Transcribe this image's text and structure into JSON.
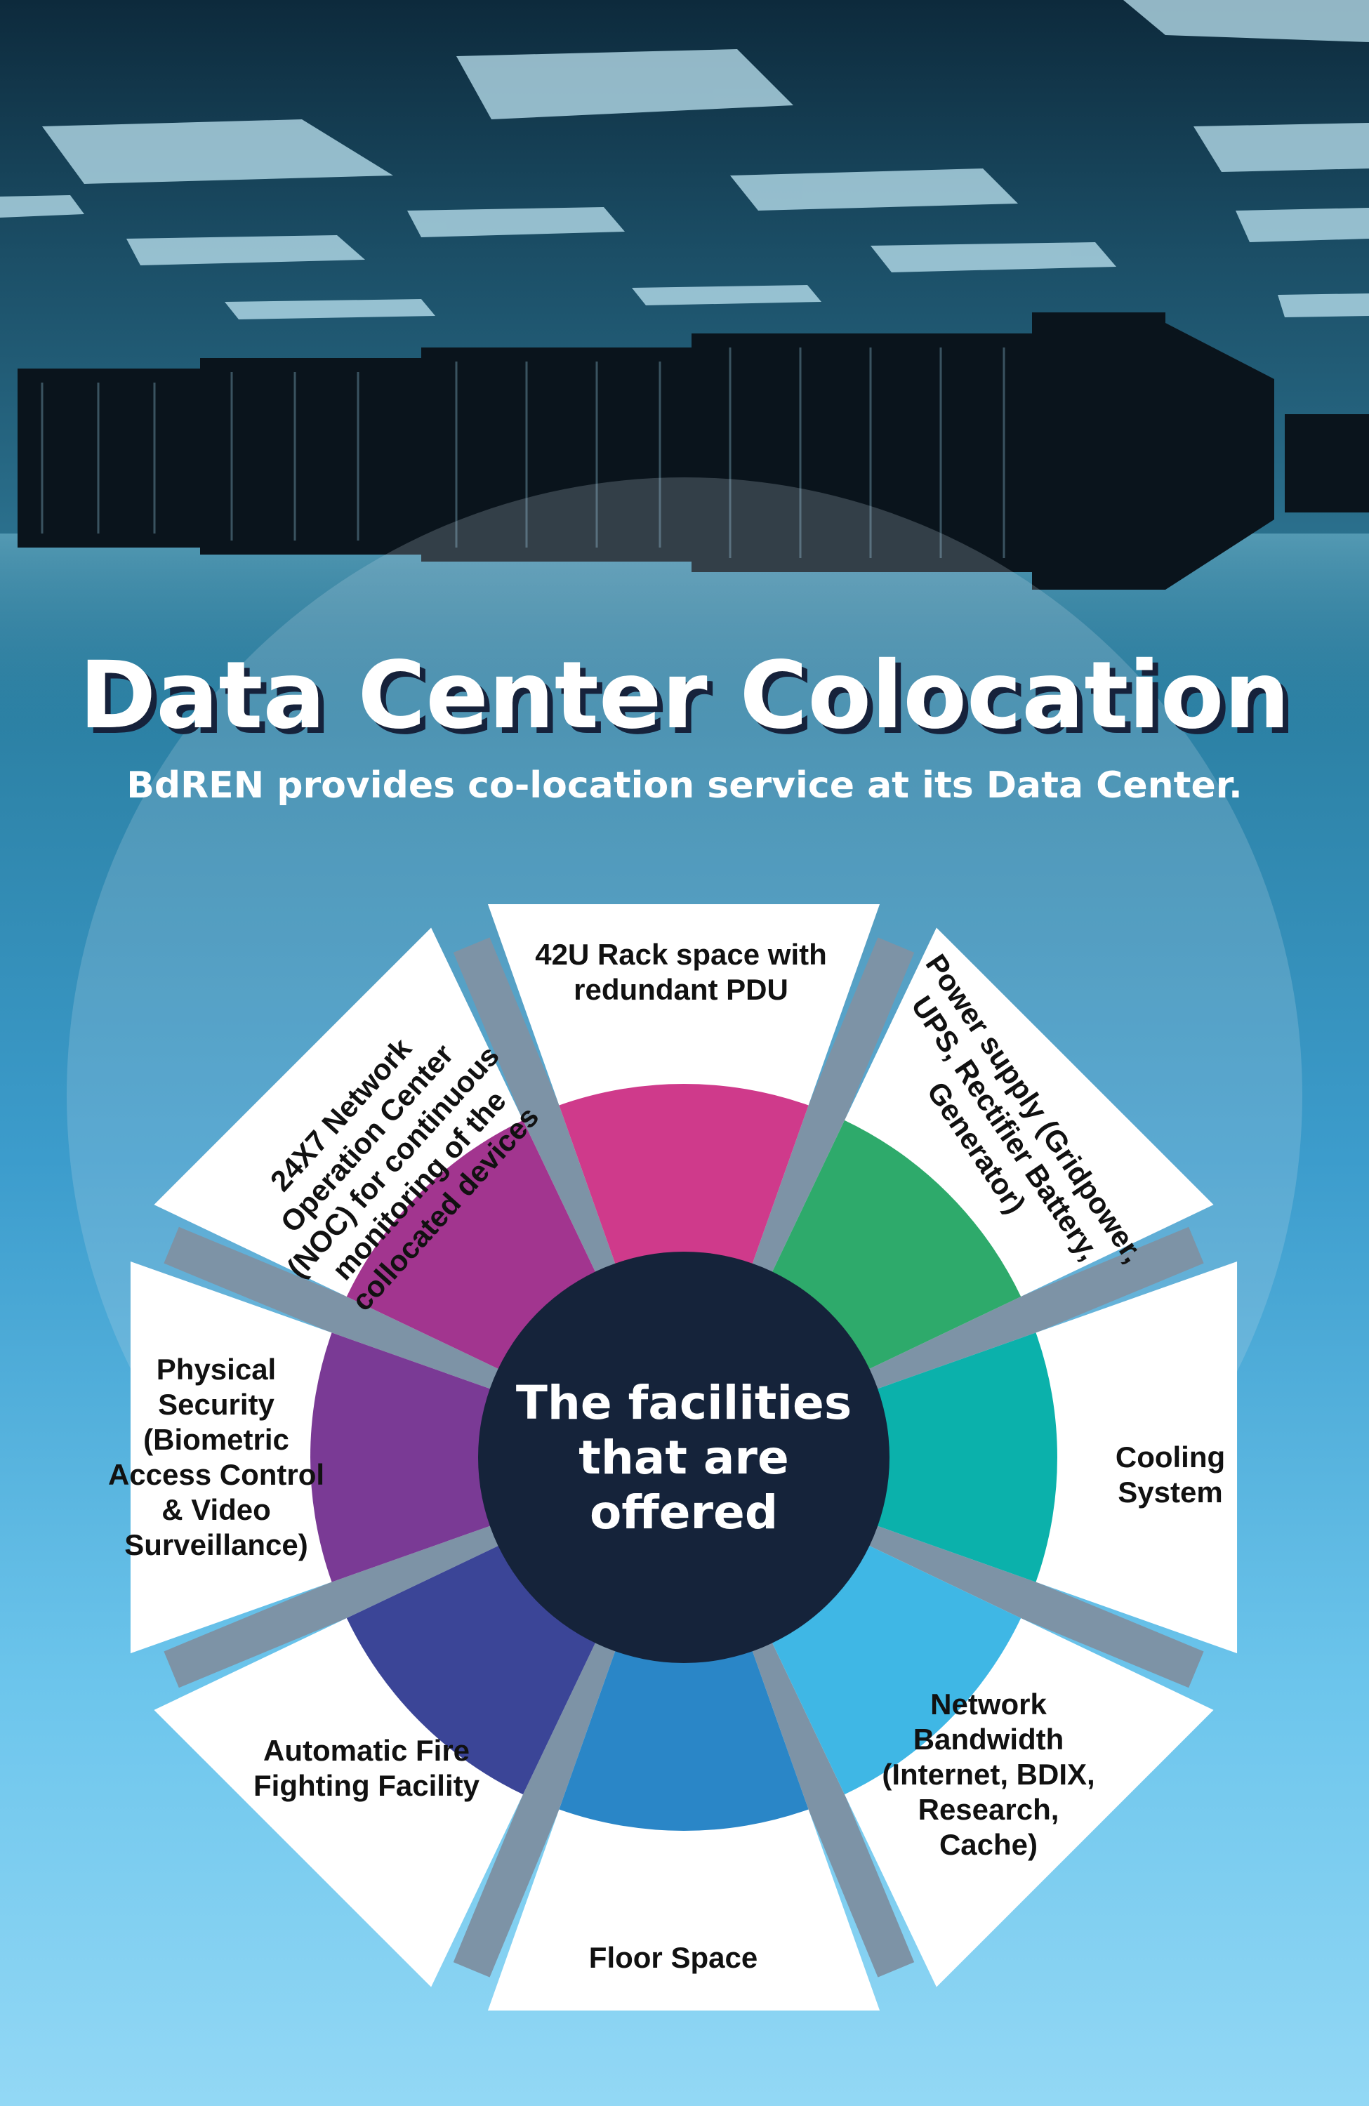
{
  "header": {
    "title": "Data Center Colocation",
    "subtitle": "BdREN provides co-location service at its Data Center."
  },
  "center": {
    "lines": [
      "The facilities",
      "that are",
      "offered"
    ],
    "color": "#15233a"
  },
  "facilities": [
    {
      "lines": [
        "42U Rack space with",
        "redundant PDU"
      ],
      "color": "#cf3a8b"
    },
    {
      "lines": [
        "Power supply (Gridpower,",
        "UPS, Rectifier Battery,",
        "Generator)"
      ],
      "color": "#2eaa6b"
    },
    {
      "lines": [
        "Cooling",
        "System"
      ],
      "color": "#0bb1ab"
    },
    {
      "lines": [
        "Network",
        "Bandwidth",
        "(Internet, BDIX,",
        "Research,",
        "Cache)"
      ],
      "color": "#3fb7e5"
    },
    {
      "lines": [
        "Floor Space"
      ],
      "color": "#2a86c7"
    },
    {
      "lines": [
        "Automatic Fire",
        "Fighting Facility"
      ],
      "color": "#3b4597"
    },
    {
      "lines": [
        "Physical",
        "Security",
        "(Biometric",
        "Access Control",
        "& Video",
        "Surveillance)"
      ],
      "color": "#7a3a95"
    },
    {
      "lines": [
        "24X7 Network",
        "Operation Center",
        "(NOC) for continuous",
        "monitoring of the",
        "collocated devices"
      ],
      "color": "#a2358f"
    }
  ]
}
